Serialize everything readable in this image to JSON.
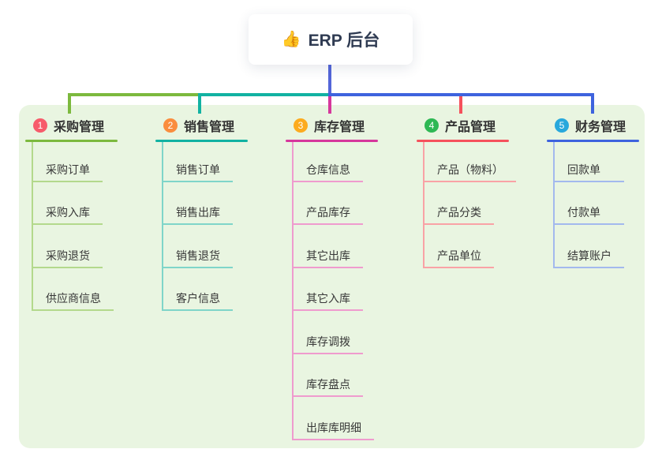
{
  "root": {
    "emoji": "👍",
    "label": "ERP 后台"
  },
  "canvas": {
    "panel_color": "#e9f5e1",
    "page_color": "#ffffff"
  },
  "connectors": {
    "root_line_color": "#5466d9",
    "bus": [
      {
        "name": "bus-left",
        "color": "#7cb93e"
      },
      {
        "name": "bus-mid",
        "color": "#12b2a2"
      },
      {
        "name": "bus-right",
        "color": "#3e63de"
      }
    ]
  },
  "branches": [
    {
      "badge": "1",
      "label": "采购管理",
      "badge_color": "#f75b6b",
      "line_color": "#7cb93e",
      "child_line_color": "#b3d98c",
      "children": [
        "采购订单",
        "采购入库",
        "采购退货",
        "供应商信息"
      ]
    },
    {
      "badge": "2",
      "label": "销售管理",
      "badge_color": "#fa8d3e",
      "line_color": "#12b2a2",
      "child_line_color": "#7fd5c9",
      "children": [
        "销售订单",
        "销售出库",
        "销售退货",
        "客户信息"
      ]
    },
    {
      "badge": "3",
      "label": "库存管理",
      "badge_color": "#fcab1e",
      "line_color": "#d6379c",
      "child_line_color": "#ef9bce",
      "children": [
        "仓库信息",
        "产品库存",
        "其它出库",
        "其它入库",
        "库存调拨",
        "库存盘点",
        "出库库明细"
      ]
    },
    {
      "badge": "4",
      "label": "产品管理",
      "badge_color": "#2eb854",
      "line_color": "#f5515c",
      "child_line_color": "#f9a2a6",
      "children": [
        "产品（物料）",
        "产品分类",
        "产品单位"
      ]
    },
    {
      "badge": "5",
      "label": "财务管理",
      "badge_color": "#27a8dc",
      "line_color": "#3e63de",
      "child_line_color": "#a3b9ee",
      "children": [
        "回款单",
        "付款单",
        "结算账户"
      ]
    }
  ]
}
